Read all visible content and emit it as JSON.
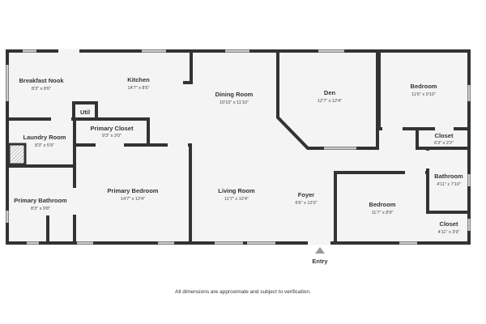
{
  "rooms": {
    "breakfast_nook": {
      "name": "Breakfast Nook",
      "dims": "8'3\" x 8'6\""
    },
    "kitchen": {
      "name": "Kitchen",
      "dims": "14'7\" x 8'6\""
    },
    "dining_room": {
      "name": "Dining Room",
      "dims": "10'10\" x 11'10\""
    },
    "den": {
      "name": "Den",
      "dims": "12'7\" x 12'4\""
    },
    "bedroom_1": {
      "name": "Bedroom",
      "dims": "11'6\" x 9'10\""
    },
    "closet_1": {
      "name": "Closet",
      "dims": "6'3\" x 2'2\""
    },
    "util": {
      "name": "Util"
    },
    "primary_closet": {
      "name": "Primary Closet",
      "dims": "9'3\" x 3'0\""
    },
    "laundry_room": {
      "name": "Laundry Room",
      "dims": "8'3\" x 5'9\""
    },
    "primary_bedroom": {
      "name": "Primary Bedroom",
      "dims": "14'7\" x 12'4\""
    },
    "primary_bathroom": {
      "name": "Primary Bathroom",
      "dims": "8'3\" x 9'8\""
    },
    "living_room": {
      "name": "Living Room",
      "dims": "11'7\" x 12'4\""
    },
    "foyer": {
      "name": "Foyer",
      "dims": "6'6\" x 12'0\""
    },
    "bedroom_2": {
      "name": "Bedroom",
      "dims": "11'7\" x 8'9\""
    },
    "bathroom": {
      "name": "Bathroom",
      "dims": "4'11\" x 7'10\""
    },
    "closet_2": {
      "name": "Closet",
      "dims": "4'11\" x 3'9\""
    }
  },
  "entry_label": "Entry",
  "footnote": "All dimensions are approximate and subject to verification.",
  "colors": {
    "wall": "#333333",
    "floor": "#f4f4f4",
    "window": "#cccccc"
  }
}
